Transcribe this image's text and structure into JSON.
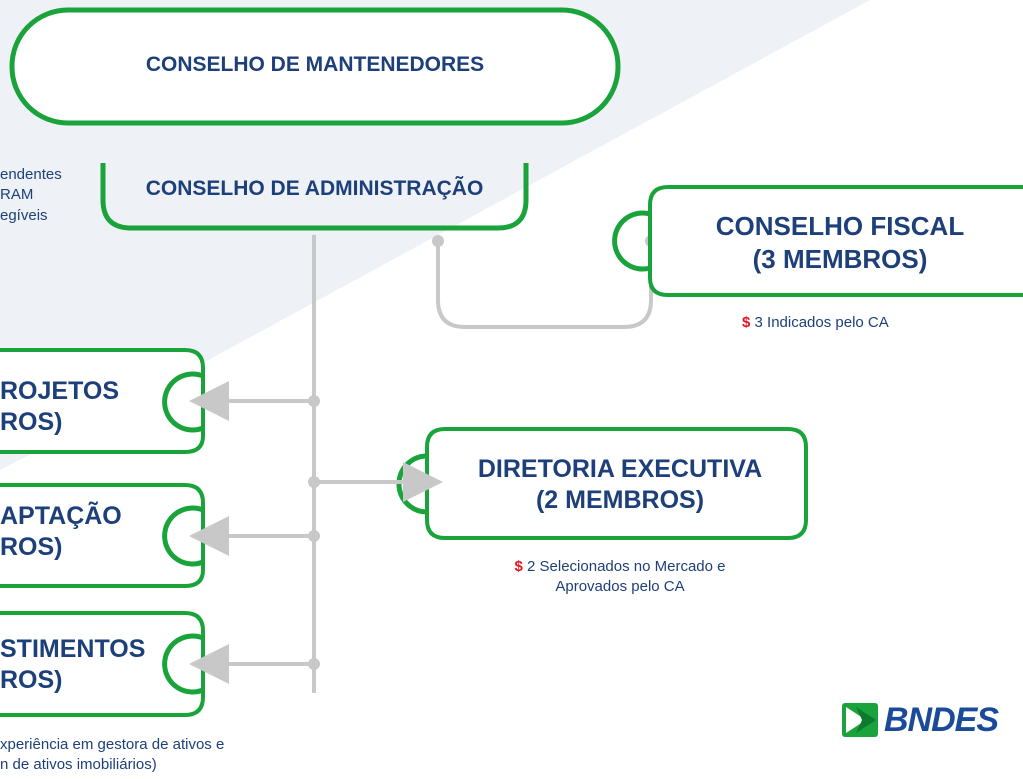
{
  "nodes": {
    "conselho_mantenedores": "CONSELHO DE MANTENEDORES",
    "conselho_administracao": "CONSELHO DE ADMINISTRAÇÃO",
    "conselho_fiscal_l1": "CONSELHO FISCAL",
    "conselho_fiscal_l2": "(3 MEMBROS)",
    "diretoria_l1": "DIRETORIA EXECUTIVA",
    "diretoria_l2": "(2 MEMBROS)",
    "projetos_l1": "ROJETOS",
    "projetos_l2": "ROS)",
    "captacao_l1": "APTAÇÃO",
    "captacao_l2": "ROS)",
    "investimentos_l1": "STIMENTOS",
    "investimentos_l2": "ROS)"
  },
  "notes": {
    "left_top_l1": "endentes",
    "left_top_l2": "RAM",
    "left_top_l3": "egíveis",
    "fiscal_symbol": "$",
    "fiscal_text": "3 Indicados pelo CA",
    "diretoria_symbol": "$",
    "diretoria_l1": "2 Selecionados no Mercado e",
    "diretoria_l2": "Aprovados pelo CA",
    "bottom_l1": "xperiência em gestora de ativos e",
    "bottom_l2": "n de ativos imobiliários)"
  },
  "logo": {
    "text": "BNDES"
  },
  "colors": {
    "box_border": "#1aa33b",
    "title_text": "#1d3f7a",
    "connector": "#c8c8c8",
    "dollar": "#e3161f",
    "background_wedge": "#eef1f5",
    "logo": "#1a4b9a"
  }
}
